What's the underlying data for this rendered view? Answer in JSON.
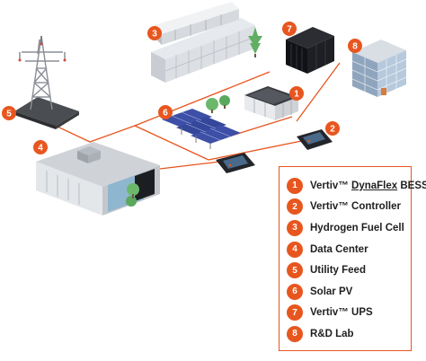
{
  "accent_color": "#e8561f",
  "items": [
    {
      "number": "1",
      "label_before": "Vertiv™ ",
      "label_underlined": "DynaFlex",
      "label_after": " BESS",
      "icon": "battery-storage-icon"
    },
    {
      "number": "2",
      "label_before": "Vertiv™ Controller",
      "label_underlined": "",
      "label_after": "",
      "icon": "controller-icon"
    },
    {
      "number": "3",
      "label_before": "Hydrogen Fuel Cell",
      "label_underlined": "",
      "label_after": "",
      "icon": "fuel-cell-icon"
    },
    {
      "number": "4",
      "label_before": "Data Center",
      "label_underlined": "",
      "label_after": "",
      "icon": "data-center-icon"
    },
    {
      "number": "5",
      "label_before": "Utility Feed",
      "label_underlined": "",
      "label_after": "",
      "icon": "transmission-tower-icon"
    },
    {
      "number": "6",
      "label_before": "Solar PV",
      "label_underlined": "",
      "label_after": "",
      "icon": "solar-panel-icon"
    },
    {
      "number": "7",
      "label_before": "Vertiv™ UPS",
      "label_underlined": "",
      "label_after": "",
      "icon": "ups-cabinet-icon"
    },
    {
      "number": "8",
      "label_before": "R&D Lab",
      "label_underlined": "",
      "label_after": "",
      "icon": "office-building-icon"
    }
  ]
}
